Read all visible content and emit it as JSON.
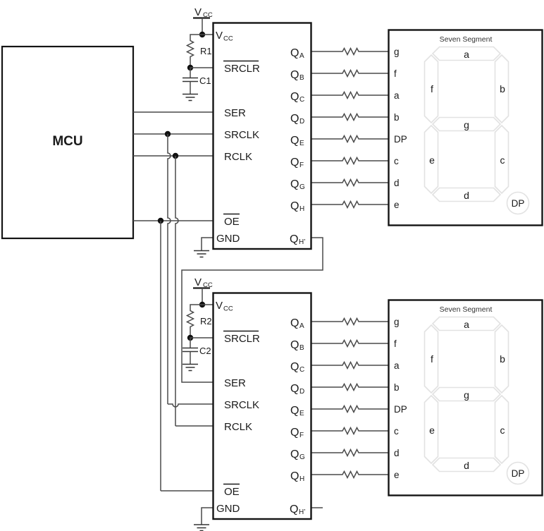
{
  "mcu": {
    "label": "MCU"
  },
  "power": {
    "vcc": "V",
    "vcc_sub": "CC"
  },
  "sr": {
    "vcc": "V",
    "vcc_sub": "CC",
    "srclr": "SRCLR",
    "ser": "SER",
    "srclk": "SRCLK",
    "rclk": "RCLK",
    "oe": "OE",
    "gnd": "GND",
    "q": "Q",
    "out_subs": [
      "A",
      "B",
      "C",
      "D",
      "E",
      "F",
      "G",
      "H"
    ],
    "serial_sub": "H’"
  },
  "passives": {
    "r1": "R1",
    "c1": "C1",
    "r2": "R2",
    "c2": "C2"
  },
  "display": {
    "title": "Seven Segment",
    "pins": [
      "g",
      "f",
      "a",
      "b",
      "DP",
      "c",
      "d",
      "e"
    ],
    "seg_a": "a",
    "seg_b": "b",
    "seg_c": "c",
    "seg_d": "d",
    "seg_e": "e",
    "seg_f": "f",
    "seg_g": "g",
    "dp": "DP"
  },
  "colors": {
    "wire": "#4a4a4a",
    "outline": "#141414",
    "segment_outline": "#e2e2e2",
    "text": "#1a1a1a",
    "background": "#ffffff"
  }
}
